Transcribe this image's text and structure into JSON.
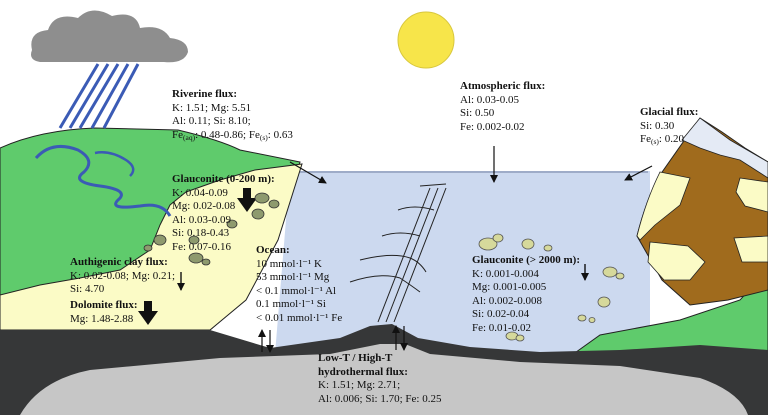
{
  "riverine": {
    "title": "Riverine flux:",
    "l1": "K: 1.51; Mg: 5.51",
    "l2": "Al: 0.11; Si: 8.10;",
    "l3_fe_aq": "Fe",
    "l3_sub_aq": "(aq)",
    "l3_val_aq": ": 0.48-0.86; Fe",
    "l3_sub_s": "(s)",
    "l3_val_s": ": 0.63"
  },
  "atmospheric": {
    "title": "Atmospheric flux:",
    "l1": "Al: 0.03-0.05",
    "l2": "Si: 0.50",
    "l3": "Fe: 0.002-0.02"
  },
  "glacial": {
    "title": "Glacial flux:",
    "l1": "Si: 0.30",
    "l2_fe": "Fe",
    "l2_sub": "(s)",
    "l2_val": ": 0.20"
  },
  "glauconite_shelf": {
    "title": "Glauconite (0-200 m):",
    "l1": "K: 0.04-0.09",
    "l2": "Mg: 0.02-0.08",
    "l3": "Al: 0.03-0.09",
    "l4": "Si: 0.18-0.43",
    "l5": "Fe: 0.07-0.16"
  },
  "authigenic": {
    "title": "Authigenic clay flux:",
    "l1": "K: 0.02-0.08; Mg: 0.21;",
    "l2": "Si: 4.70"
  },
  "dolomite": {
    "title": "Dolomite flux:",
    "l1": "Mg: 1.48-2.88"
  },
  "ocean": {
    "title": "Ocean:",
    "l1": "10 mmol·l⁻¹ K",
    "l2": "53 mmol·l⁻¹ Mg",
    "l3": "< 0.1 mmol·l⁻¹ Al",
    "l4": "0.1 mmol·l⁻¹ Si",
    "l5": "< 0.01 mmol·l⁻¹ Fe"
  },
  "glauconite_deep": {
    "title": "Glauconite (> 2000 m):",
    "l1": "K: 0.001-0.004",
    "l2": "Mg: 0.001-0.005",
    "l3": "Al: 0.002-0.008",
    "l4": "Si: 0.02-0.04",
    "l5": "Fe: 0.01-0.02"
  },
  "hydrothermal": {
    "title1": "Low-T / High-T",
    "title2": "hydrothermal flux:",
    "l1": "K: 1.51; Mg: 2.71;",
    "l2": "Al: 0.006; Si: 1.70; Fe: 0.25"
  },
  "colors": {
    "ocean": "#ccd9ef",
    "land_green": "#5fcb6c",
    "shelf_yellow": "#fbfbc6",
    "seafloor_dark": "#363738",
    "mantle_gray": "#c6c6c6",
    "mountain_brown": "#a06b1d",
    "river_blue": "#3b5bb5",
    "sun_yellow": "#f7e54a",
    "cloud_gray": "#8e8e8e",
    "glauconite_green": "#c3c88a"
  }
}
